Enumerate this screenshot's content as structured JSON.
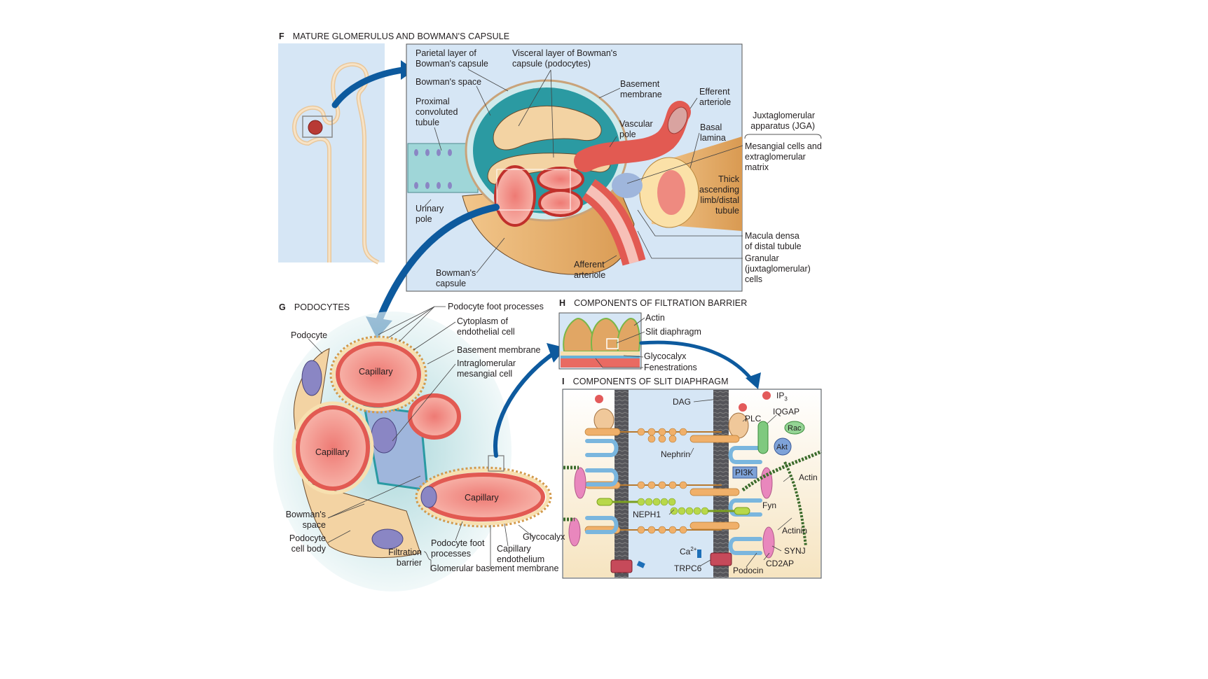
{
  "panels": {
    "F": {
      "letter": "F",
      "title": "MATURE GLOMERULUS AND BOWMAN'S CAPSULE",
      "labels": {
        "parietal": "Parietal layer of\nBowman's capsule",
        "visceral": "Visceral layer of Bowman's\ncapsule (podocytes)",
        "bowmans_space": "Bowman's space",
        "basement_membrane": "Basement\nmembrane",
        "efferent": "Efferent\narteriole",
        "proximal": "Proximal\nconvoluted\ntubule",
        "vascular_pole": "Vascular\npole",
        "basal_lamina": "Basal\nlamina",
        "jga": "Juxtaglomerular\napparatus (JGA)",
        "mesangial": "Mesangial cells and\nextraglomerular\nmatrix",
        "thick_limb": "Thick\nascending\nlimb/distal\ntubule",
        "urinary_pole": "Urinary\npole",
        "macula_densa": "Macula densa\nof distal tubule",
        "granular": "Granular\n(juxtaglomerular)\ncells",
        "bowmans_capsule": "Bowman's\ncapsule",
        "afferent": "Afferent\narteriole"
      }
    },
    "G": {
      "letter": "G",
      "title": "PODOCYTES",
      "labels": {
        "foot_processes_top": "Podocyte foot processes",
        "cytoplasm": "Cytoplasm of\nendothelial cell",
        "basement": "Basement membrane",
        "intraglomerular": "Intraglomerular\nmesangial cell",
        "podocyte": "Podocyte",
        "capillary_1": "Capillary",
        "capillary_2": "Capillary",
        "capillary_3": "Capillary",
        "bowmans_space": "Bowman's\nspace",
        "cell_body": "Podocyte\ncell body",
        "filtration_barrier": "Filtration\nbarrier",
        "foot_processes_bottom": "Podocyte foot\nprocesses",
        "capillary_endothelium": "Capillary\nendothelium",
        "glycocalyx": "Glycocalyx",
        "gbm": "Glomerular basement membrane"
      }
    },
    "H": {
      "letter": "H",
      "title": "COMPONENTS OF FILTRATION BARRIER",
      "labels": {
        "actin": "Actin",
        "slit": "Slit diaphragm",
        "glycocalyx": "Glycocalyx",
        "fenestrations": "Fenestrations"
      }
    },
    "I": {
      "letter": "I",
      "title": "COMPONENTS OF SLIT DIAPHRAGM",
      "labels": {
        "dag": "DAG",
        "ip3": "IP",
        "ip3_sub": "3",
        "plc": "PLC",
        "iqgap": "IQGAP",
        "rac": "Rac",
        "akt": "Akt",
        "nephrin": "Nephrin",
        "pi3k": "PI3K",
        "actin": "Actin",
        "fyn": "Fyn",
        "neph1": "NEPH1",
        "actinin": "Actinin",
        "ca": "Ca",
        "ca_sup": "2+",
        "synj": "SYNJ",
        "trpc6": "TRPC6",
        "podocin": "Podocin",
        "cd2ap": "CD2AP"
      }
    }
  },
  "colors": {
    "panel_bg": "#d6e6f5",
    "arrow_blue": "#0d5a9e",
    "capillary_red": "#e8605a",
    "tubule_tan": "#f3d3a3",
    "teal": "#2a9aa3",
    "nucleus": "#8a86c4"
  }
}
